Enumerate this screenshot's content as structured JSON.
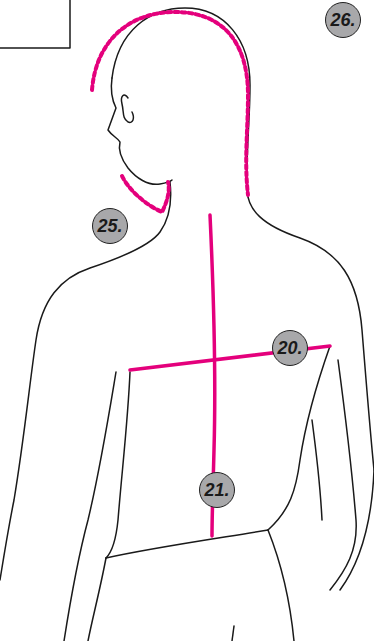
{
  "diagram": {
    "nodes": [
      {
        "text": [
          "26."
        ]
      },
      {
        "text": [
          "25."
        ]
      },
      {
        "text": [
          "20."
        ]
      },
      {
        "text": [
          "21."
        ]
      }
    ]
  }
}
